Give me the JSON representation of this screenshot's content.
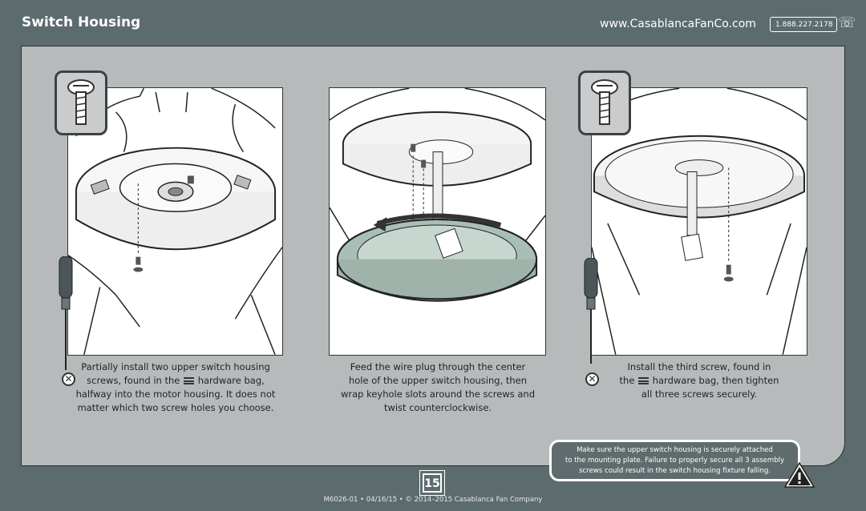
{
  "header": {
    "title": "Switch Housing",
    "website": "www.CasablancaFanCo.com",
    "phone": "1.888.227.2178",
    "phone_icon": "phone-icon"
  },
  "steps": [
    {
      "lines": [
        "Partially install two upper switch housing",
        "screws, found in the",
        "hardware bag,",
        "halfway into the motor housing. It does not",
        "matter which two screw holes you choose."
      ],
      "icons": [
        "screw-icon",
        "do-not-tighten-icon",
        "hardware-bag-icon",
        "screwdriver-icon"
      ]
    },
    {
      "lines": [
        "Feed the wire plug through the center",
        "hole of the upper switch housing, then",
        "wrap keyhole slots around the screws and",
        "twist counterclockwise."
      ]
    },
    {
      "lines": [
        "Install the third screw, found in",
        "the",
        "hardware bag, then tighten",
        "all three screws securely."
      ],
      "icons": [
        "screw-icon",
        "do-not-tighten-icon",
        "hardware-bag-icon",
        "screwdriver-icon"
      ]
    }
  ],
  "warning": {
    "lines": [
      "Make sure the upper switch housing is securely attached",
      "to the mounting plate. Failure to properly secure all 3 assembly",
      "screws could result in the switch housing fixture falling."
    ],
    "icon": "warning-triangle-icon"
  },
  "page_number": "15",
  "footer": "M6026-01 • 04/16/15 • © 2014–2015 Casablanca Fan Company",
  "colors": {
    "background": "#5c6b6e",
    "panel": "#b7babb",
    "warning_box": "#5f6b6d"
  }
}
